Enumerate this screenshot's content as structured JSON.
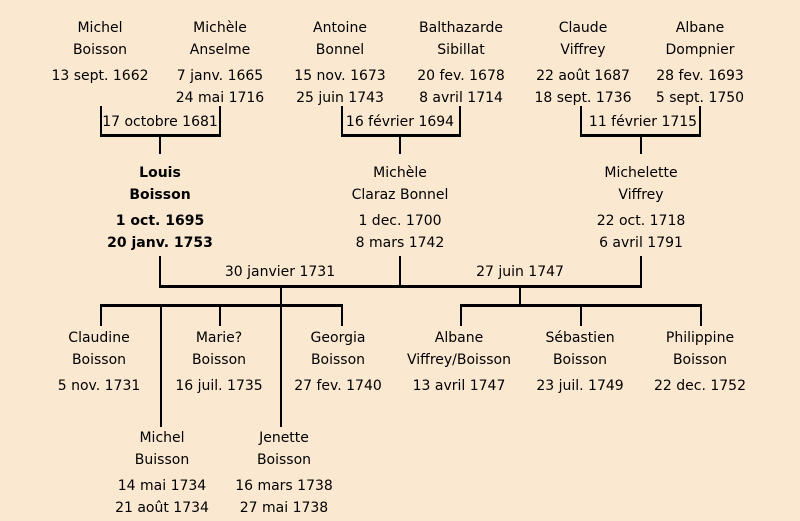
{
  "colors": {
    "background": "#FAE8D1",
    "line": "#000000",
    "text": "#000000"
  },
  "persons": [
    {
      "name1": "Michel",
      "name2": "Boisson",
      "date1": "13 sept. 1662"
    },
    {
      "name1": "Michèle",
      "name2": "Anselme",
      "date1": "7 janv. 1665",
      "date2": "24 mai 1716"
    },
    {
      "name1": "Antoine",
      "name2": "Bonnel",
      "date1": "15 nov. 1673",
      "date2": "25 juin 1743"
    },
    {
      "name1": "Balthazarde",
      "name2": "Sibillat",
      "date1": "20 fev. 1678",
      "date2": "8 avril 1714"
    },
    {
      "name1": "Claude",
      "name2": "Viffrey",
      "date1": "22 août 1687",
      "date2": "18 sept. 1736"
    },
    {
      "name1": "Albane",
      "name2": "Dompnier",
      "date1": "28 fev. 1693",
      "date2": "5 sept. 1750"
    },
    {
      "name1": "Louis",
      "name2": "Boisson",
      "date1": "1 oct. 1695",
      "date2": "20 janv. 1753",
      "bold": true
    },
    {
      "name1": "Michèle",
      "name2": "Claraz Bonnel",
      "date1": "1 dec. 1700",
      "date2": "8 mars 1742"
    },
    {
      "name1": "Michelette",
      "name2": "Viffrey",
      "date1": "22 oct. 1718",
      "date2": "6 avril 1791"
    },
    {
      "name1": "Claudine",
      "name2": "Boisson",
      "date1": "5 nov. 1731"
    },
    {
      "name1": "Marie?",
      "name2": "Boisson",
      "date1": "16 juil. 1735"
    },
    {
      "name1": "Georgia",
      "name2": "Boisson",
      "date1": "27 fev. 1740"
    },
    {
      "name1": "Albane",
      "name2": "Viffrey/Boisson",
      "date1": "13 avril 1747"
    },
    {
      "name1": "Sébastien",
      "name2": "Boisson",
      "date1": "23 juil. 1749"
    },
    {
      "name1": "Philippine",
      "name2": "Boisson",
      "date1": "22 dec. 1752"
    },
    {
      "name1": "Michel",
      "name2": "Buisson",
      "date1": "14 mai 1734",
      "date2": "21 août 1734"
    },
    {
      "name1": "Jenette",
      "name2": "Boisson",
      "date1": "16 mars 1738",
      "date2": "27 mai 1738"
    }
  ],
  "marriages": [
    {
      "date": "17 octobre 1681"
    },
    {
      "date": "16 février 1694"
    },
    {
      "date": "11 février 1715"
    },
    {
      "date": "30 janvier 1731"
    },
    {
      "date": "27 juin 1747"
    }
  ]
}
